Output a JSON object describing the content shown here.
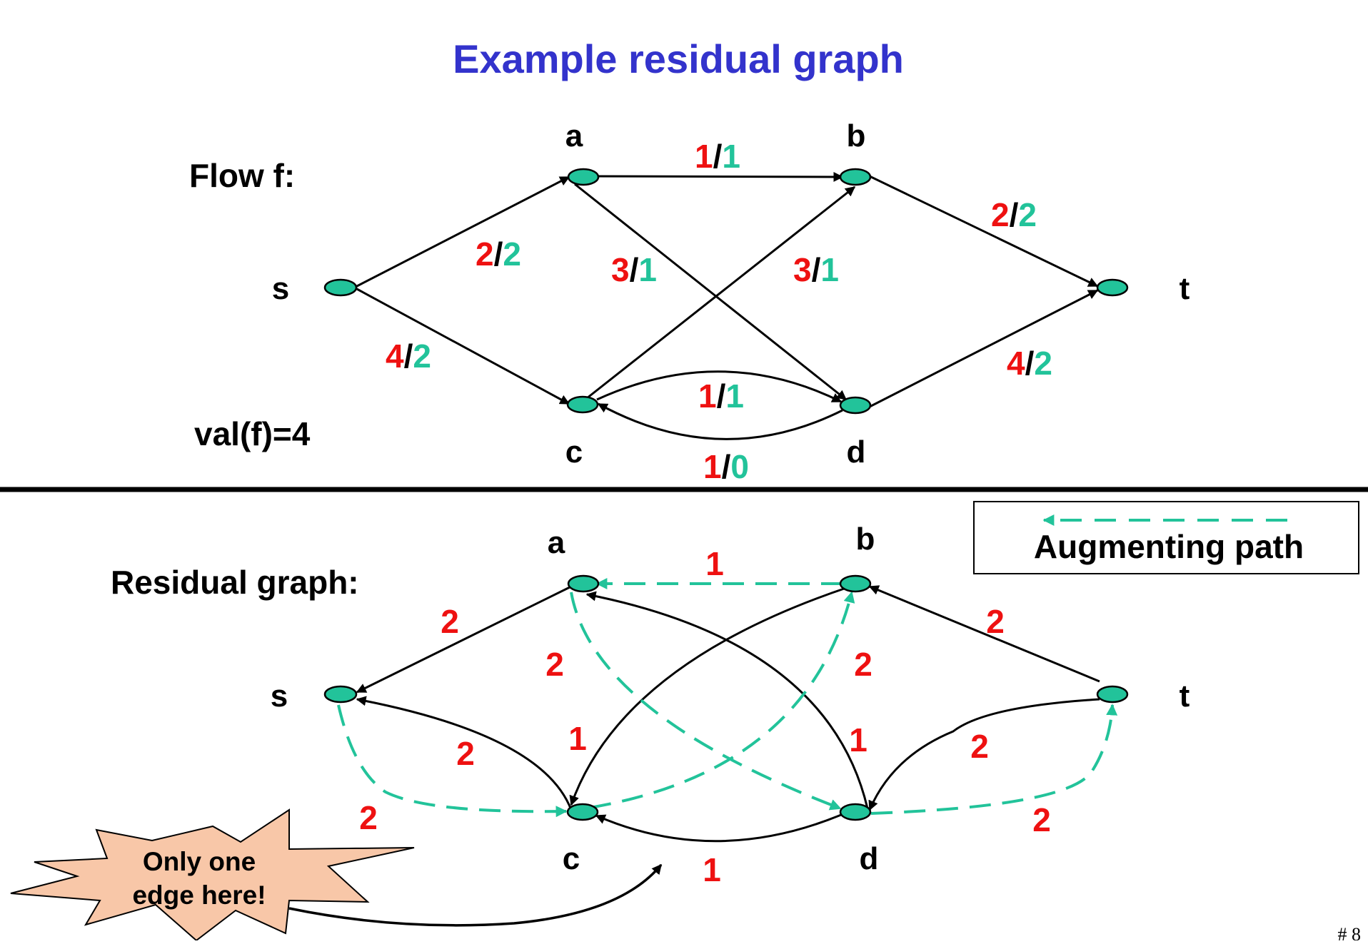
{
  "title": "Example residual graph",
  "page_number": "# 8",
  "colors": {
    "title": "#3333cc",
    "capacity": "#ee1111",
    "flow": "#22c39a",
    "node_fill": "#22c39a",
    "edge": "#000000",
    "augmenting": "#22c39a",
    "burst_fill": "#f8c7a8"
  },
  "flow_section": {
    "label": "Flow f:",
    "value_label": "val(f)=4",
    "nodes": {
      "s": "s",
      "a": "a",
      "b": "b",
      "c": "c",
      "d": "d",
      "t": "t"
    },
    "edges": [
      {
        "id": "sa",
        "from": "s",
        "to": "a",
        "capacity": "2",
        "flow": "2"
      },
      {
        "id": "sc",
        "from": "s",
        "to": "c",
        "capacity": "4",
        "flow": "2"
      },
      {
        "id": "ab",
        "from": "a",
        "to": "b",
        "capacity": "1",
        "flow": "1"
      },
      {
        "id": "ad",
        "from": "a",
        "to": "d",
        "capacity": "3",
        "flow": "1"
      },
      {
        "id": "cb",
        "from": "c",
        "to": "b",
        "capacity": "3",
        "flow": "1"
      },
      {
        "id": "cd",
        "from": "c",
        "to": "d",
        "capacity": "1",
        "flow": "1"
      },
      {
        "id": "dc",
        "from": "d",
        "to": "c",
        "capacity": "1",
        "flow": "0"
      },
      {
        "id": "bt",
        "from": "b",
        "to": "t",
        "capacity": "2",
        "flow": "2"
      },
      {
        "id": "dt",
        "from": "d",
        "to": "t",
        "capacity": "4",
        "flow": "2"
      }
    ]
  },
  "residual_section": {
    "label": "Residual graph:",
    "nodes": {
      "s": "s",
      "a": "a",
      "b": "b",
      "c": "c",
      "d": "d",
      "t": "t"
    },
    "edges": [
      {
        "id": "as",
        "from": "a",
        "to": "s",
        "residual": "2"
      },
      {
        "id": "cs",
        "from": "c",
        "to": "s",
        "residual": "2"
      },
      {
        "id": "sc",
        "from": "s",
        "to": "c",
        "residual": "2",
        "augmenting": true
      },
      {
        "id": "ba",
        "from": "b",
        "to": "a",
        "residual": "1",
        "augmenting": true
      },
      {
        "id": "ad",
        "from": "a",
        "to": "d",
        "residual": "2",
        "augmenting": true
      },
      {
        "id": "cb",
        "from": "c",
        "to": "b",
        "residual": "2",
        "augmenting": true
      },
      {
        "id": "bc",
        "from": "b",
        "to": "c",
        "residual": "1"
      },
      {
        "id": "da",
        "from": "d",
        "to": "a",
        "residual": "1"
      },
      {
        "id": "dc",
        "from": "d",
        "to": "c",
        "residual": "1"
      },
      {
        "id": "tb",
        "from": "t",
        "to": "b",
        "residual": "2"
      },
      {
        "id": "td",
        "from": "t",
        "to": "d",
        "residual": "2"
      },
      {
        "id": "dt",
        "from": "d",
        "to": "t",
        "residual": "2",
        "augmenting": true
      }
    ],
    "legend": {
      "label": "Augmenting path"
    },
    "callout": {
      "line1": "Only one",
      "line2": "edge here!"
    }
  }
}
